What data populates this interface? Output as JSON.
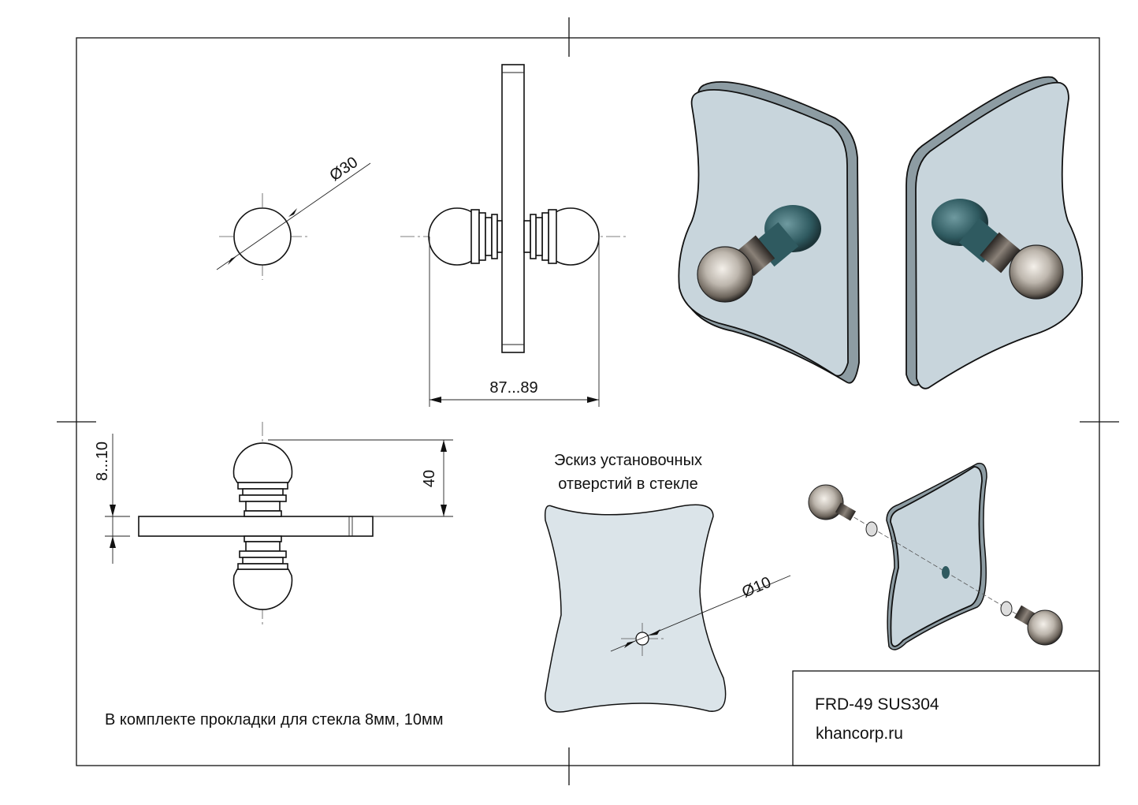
{
  "dimensions": {
    "diameter_knob": "Ø30",
    "overall_length": "87...89",
    "glass_thickness": "8...10",
    "knob_height": "40",
    "hole_diameter": "Ø10"
  },
  "sketch": {
    "title_line1": "Эскиз установочных",
    "title_line2": "отверстий в стекле"
  },
  "note": "В комплекте прокладки для стекла 8мм, 10мм",
  "title_block": {
    "model": "FRD-49 SUS304",
    "website": "khancorp.ru"
  },
  "colors": {
    "glass": "#c8d5dc",
    "sketch_fill": "#dbe4e9",
    "line": "#111111"
  }
}
